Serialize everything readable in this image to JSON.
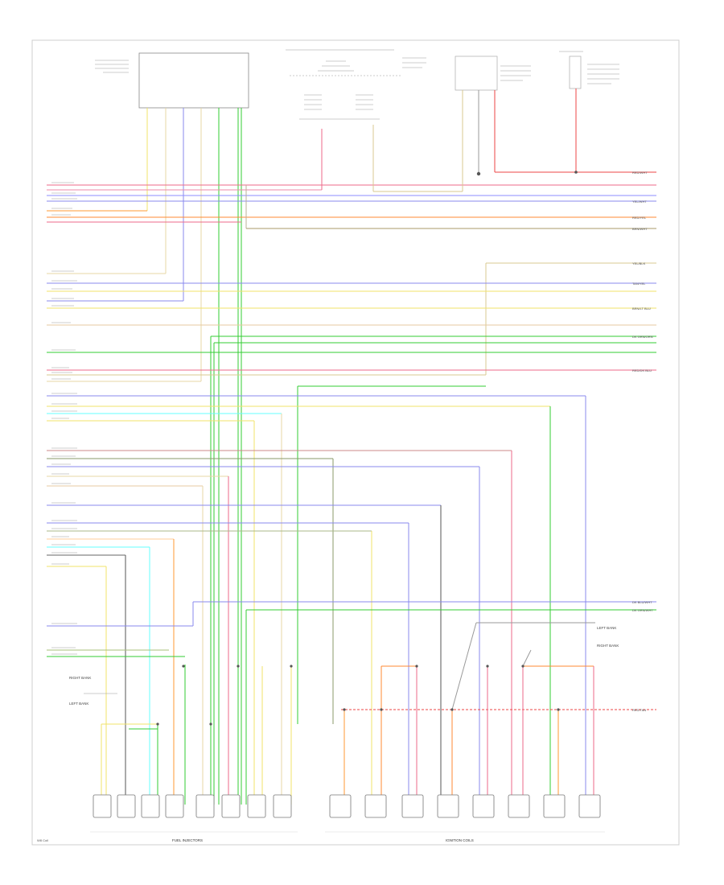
{
  "sections": {
    "fuel_injectors": "FUEL INJECTORS",
    "ignition_coils": "IGNITION COILS"
  },
  "labels": {
    "right_bank_left": "RIGHT BANK",
    "left_bank_left": "LEFT BANK",
    "left_bank_right": "LEFT BANK",
    "right_bank_right": "RIGHT BANK",
    "footer_code": "W8 Coil"
  },
  "right_end_labels": [
    "RED/WHT",
    "YEL/WHT",
    "RED/YEL",
    "BRN/WHT",
    "YEL/BLK",
    "TAN/YEL",
    "BRN/LT BLU",
    "DK GRN/ORN",
    "RED/DK BLU",
    "DK BLU/WHT",
    "DK GRN/WHT",
    "RED/TAN"
  ]
}
